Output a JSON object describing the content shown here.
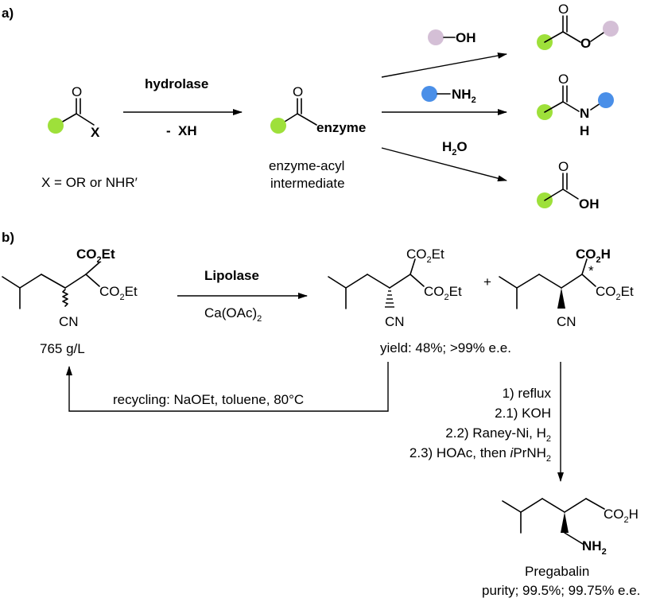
{
  "section_a": {
    "label": "a)",
    "x_label": "X",
    "o_label": "O",
    "x_definition": "X = OR or NHR′",
    "hydrolase": "hydrolase",
    "minus_xh_dash": "- ",
    "minus_xh": "XH",
    "enzyme": "enzyme",
    "intermediate_line1": "enzyme-acyl",
    "intermediate_line2": "intermediate",
    "reagent_oh": "OH",
    "reagent_nh2": "NH",
    "reagent_nh2_sub": "2",
    "reagent_water": "H",
    "reagent_water_sub": "2",
    "reagent_water_o": "O",
    "ester_o": "O",
    "amide_n": "N",
    "amide_h": "H",
    "acid_oh": "OH"
  },
  "section_b": {
    "label": "b)",
    "co2et": "CO",
    "co2et_sub": "2",
    "co2et_end": "Et",
    "co2h": "CO",
    "co2h_sub": "2",
    "co2h_end": "H",
    "cn": "CN",
    "plus": "+",
    "star": "*",
    "lipolase": "Lipolase",
    "catalyst": "Ca(OAc)",
    "catalyst_sub": "2",
    "loading": "765 g/L",
    "yield": "yield: 48%; >99% e.e.",
    "recycling": "recycling: NaOEt, toluene, 80°C",
    "step1": "1) reflux",
    "step2": "2.1) KOH",
    "step3_a": "2.2) Raney-Ni, H",
    "step3_sub": "2",
    "step4_a": "2.3) HOAc, then ",
    "step4_i": "i",
    "step4_b": "PrNH",
    "step4_sub": "2",
    "product_co2h": "CO",
    "product_co2h_sub": "2",
    "product_co2h_end": "H",
    "product_nh2": "NH",
    "product_nh2_sub": "2",
    "product_name": "Pregabalin",
    "purity": "purity; 99.5%; 99.75% e.e."
  },
  "colors": {
    "green": "#9ee03a",
    "green_text": "#7dcf2a",
    "red": "#d22a1c",
    "blue": "#4a8fe8",
    "lilac": "#d4bfd6",
    "black": "#000000"
  }
}
